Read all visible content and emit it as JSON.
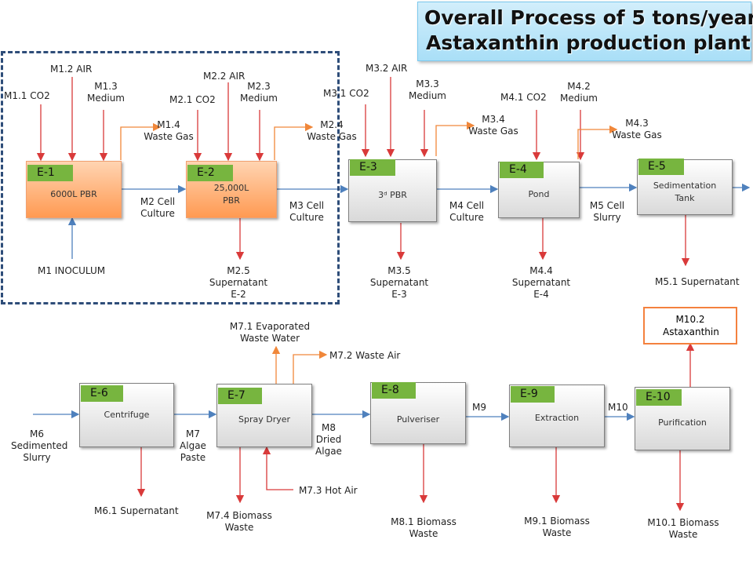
{
  "title": {
    "line1": "Overall Process of 5 tons/year",
    "line2": "Astaxanthin production plant"
  },
  "equipment": [
    {
      "tag": "E-1",
      "name": "6000L PBR"
    },
    {
      "tag": "E-2",
      "name": "25,000L PBR"
    },
    {
      "tag": "E-3",
      "name": "3ᵈ PBR"
    },
    {
      "tag": "E-4",
      "name": "Pond"
    },
    {
      "tag": "E-5",
      "name": "Sedimentation Tank"
    },
    {
      "tag": "E-6",
      "name": "Centrifuge"
    },
    {
      "tag": "E-7",
      "name": "Spray Dryer"
    },
    {
      "tag": "E-8",
      "name": "Pulveriser"
    },
    {
      "tag": "E-9",
      "name": "Extraction"
    },
    {
      "tag": "E-10",
      "name": "Purification"
    }
  ],
  "streams": {
    "m1_1": "M1.1 CO2",
    "m1_2": "M1.2 AIR",
    "m1_3": "M1.3 Medium",
    "m1_4": "M1.4 Waste Gas",
    "m1": "M1 INOCULUM",
    "m2": "M2 Cell Culture",
    "m2_1": "M2.1 CO2",
    "m2_2": "M2.2 AIR",
    "m2_3": "M2.3 Medium",
    "m2_4": "M2.4 Waste Gas",
    "m2_5": "M2.5 Supernatant E-2",
    "m3": "M3 Cell Culture",
    "m3_1": "M3.1 CO2",
    "m3_2": "M3.2 AIR",
    "m3_3": "M3.3 Medium",
    "m3_4": "M3.4 Waste Gas",
    "m3_5": "M3.5 Supernatant E-3",
    "m4": "M4 Cell Culture",
    "m4_1": "M4.1 CO2",
    "m4_2": "M4.2 Medium",
    "m4_3": "M4.3 Waste Gas",
    "m4_4": "M4.4 Supernatant E-4",
    "m5": "M5 Cell Slurry",
    "m5_1": "M5.1 Supernatant",
    "m6": "M6 Sedimented Slurry",
    "m6_1": "M6.1 Supernatant",
    "m7": "M7 Algae Paste",
    "m7_1": "M7.1 Evaporated Waste Water",
    "m7_2": "M7.2 Waste Air",
    "m7_3": "M7.3 Hot Air",
    "m7_4": "M7.4 Biomass Waste",
    "m8": "M8 Dried Algae",
    "m8_1": "M8.1 Biomass Waste",
    "m9": "M9",
    "m9_1": "M9.1 Biomass Waste",
    "m10": "M10",
    "m10_1": "M10.1 Biomass Waste",
    "m10_2": "M10.2 Astaxanthin"
  },
  "colors": {
    "input_arrow": "#d93a3a",
    "waste_gas_arrow": "#f0873a",
    "main_flow_arrow": "#4f81bd",
    "tag_green": "#77b53f",
    "product_border": "#f4813e"
  }
}
